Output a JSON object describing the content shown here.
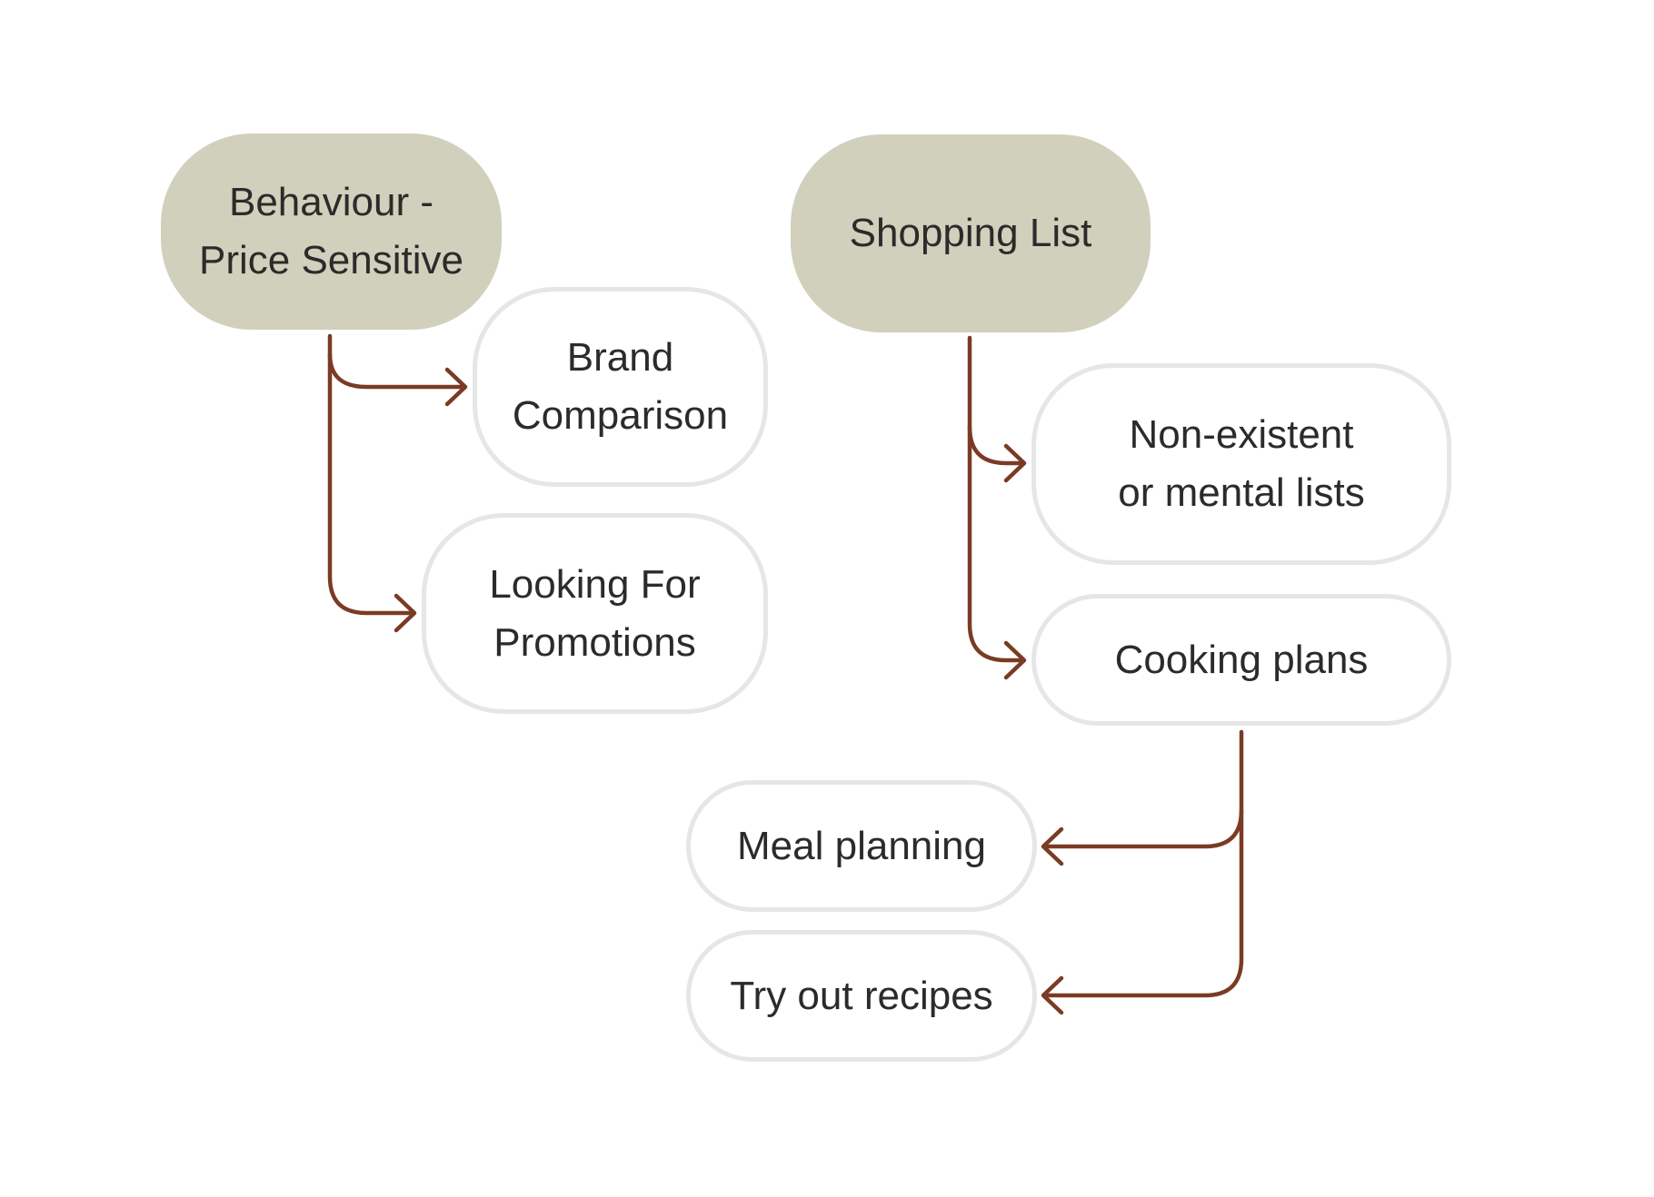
{
  "colors": {
    "primary_node_fill": "#d0d0bc",
    "secondary_node_border": "#e6e6e6",
    "connector": "#7a3b24",
    "text": "#2b2b2b"
  },
  "nodes": {
    "behaviour": {
      "line1": "Behaviour -",
      "line2": "Price Sensitive"
    },
    "brand_comparison": {
      "line1": "Brand",
      "line2": "Comparison"
    },
    "looking_for_promotions": {
      "line1": "Looking For",
      "line2": "Promotions"
    },
    "shopping_list": {
      "label": "Shopping List"
    },
    "non_existent_lists": {
      "line1": "Non-existent",
      "line2": "or mental lists"
    },
    "cooking_plans": {
      "label": "Cooking plans"
    },
    "meal_planning": {
      "label": "Meal planning"
    },
    "try_out_recipes": {
      "label": "Try out recipes"
    }
  },
  "edges": [
    {
      "from": "behaviour",
      "to": "brand_comparison"
    },
    {
      "from": "behaviour",
      "to": "looking_for_promotions"
    },
    {
      "from": "shopping_list",
      "to": "non_existent_lists"
    },
    {
      "from": "shopping_list",
      "to": "cooking_plans"
    },
    {
      "from": "cooking_plans",
      "to": "meal_planning"
    },
    {
      "from": "cooking_plans",
      "to": "try_out_recipes"
    }
  ]
}
